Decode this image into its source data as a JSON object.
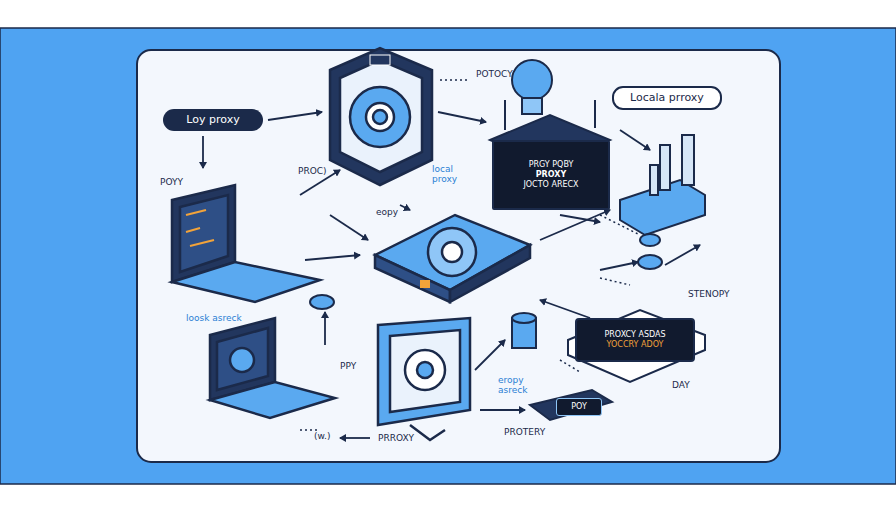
{
  "diagram": {
    "nodes": [
      {
        "text": [
          "Loy proxy"
        ]
      },
      {
        "text": [
          "Locala prroxy"
        ]
      },
      {
        "text": [
          "PRGY PQBY",
          "PROXY",
          "JOCTO ARECX"
        ]
      },
      {
        "text": [
          "PROXCY ASDAS",
          "YOCCRY ADOY"
        ]
      },
      {
        "text": [
          "POY"
        ]
      }
    ],
    "labels": [
      "POTOCY",
      "POYY",
      "PROC)",
      "local proxy",
      "eopy",
      "STENOPY",
      "loosk asreck",
      "PPY",
      "eropy asreck",
      "DAY",
      "PRROXY",
      "PROTERY",
      "(w.)"
    ]
  }
}
